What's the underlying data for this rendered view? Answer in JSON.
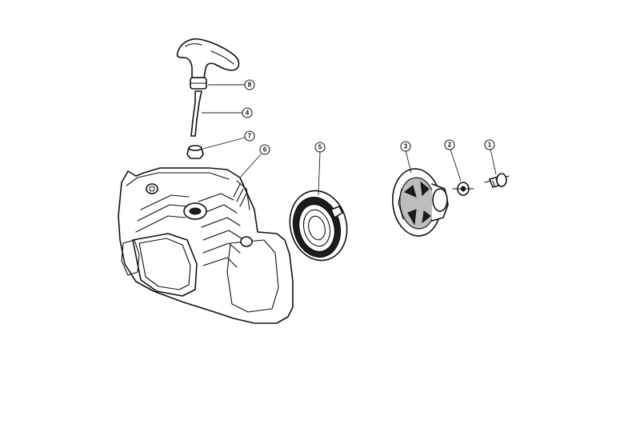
{
  "callouts": [
    {
      "id": "callout-8",
      "label": "8"
    },
    {
      "id": "callout-4",
      "label": "4"
    },
    {
      "id": "callout-7",
      "label": "7"
    },
    {
      "id": "callout-6",
      "label": "6"
    },
    {
      "id": "callout-5",
      "label": "5"
    },
    {
      "id": "callout-3",
      "label": "3"
    },
    {
      "id": "callout-2",
      "label": "2"
    },
    {
      "id": "callout-1",
      "label": "1"
    }
  ]
}
